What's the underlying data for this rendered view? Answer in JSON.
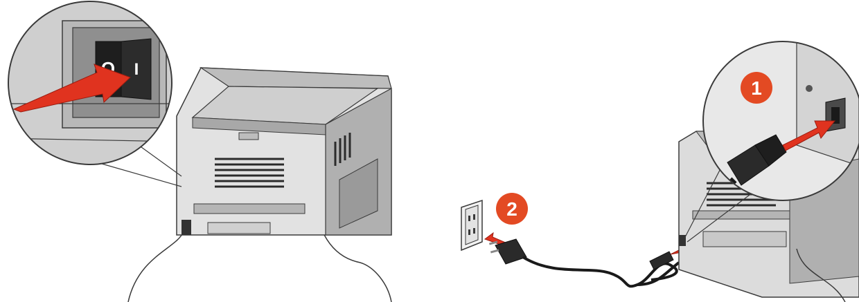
{
  "figure": {
    "left": {
      "switch_off_symbol": "O",
      "switch_on_symbol": "I"
    },
    "right": {
      "steps": [
        {
          "number": "1"
        },
        {
          "number": "2"
        }
      ]
    },
    "colors": {
      "line": "#3a3a3a",
      "printer_light": "#e6e6e6",
      "printer_mid": "#c8c8c8",
      "printer_dark": "#8c8c8c",
      "arrow_red": "#e0331f",
      "badge_red": "#e34a23"
    }
  }
}
